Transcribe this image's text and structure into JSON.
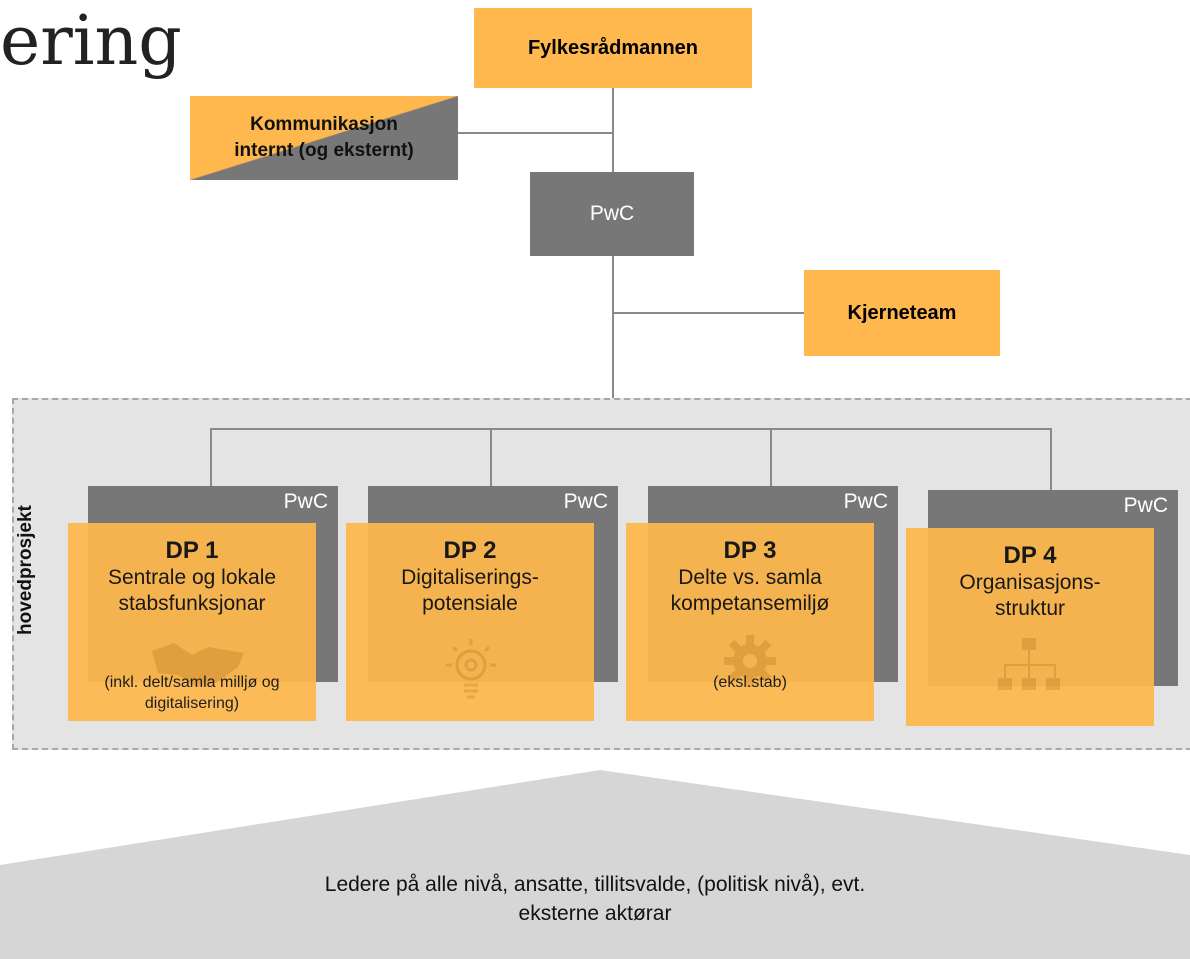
{
  "title_fragment": "ering",
  "top": {
    "label": "Fylkesrådmannen"
  },
  "communication": {
    "line1": "Kommunikasjon",
    "line2_a": "internt (og eks",
    "line2_b": "ternt)"
  },
  "pwc_center": {
    "label": "PwC"
  },
  "core_team": {
    "label": "Kjerneteam"
  },
  "project_label": "hovedprosjekt",
  "subprojects": [
    {
      "pwc": "PwC",
      "number": "DP 1",
      "desc1": "Sentrale og lokale",
      "desc2": "stabsfunksjonar",
      "note1": "(inkl. delt/samla milljø og",
      "note2": "digitalisering)",
      "icon": "handshake-icon"
    },
    {
      "pwc": "PwC",
      "number": "DP 2",
      "desc1": "Digitaliserings-",
      "desc2": "potensiale",
      "icon": "lightbulb-icon"
    },
    {
      "pwc": "PwC",
      "number": "DP 3",
      "desc1": "Delte vs. samla",
      "desc2": "kompetansemiljø",
      "note1": "(eksl.stab)",
      "icon": "gear-icon"
    },
    {
      "pwc": "PwC",
      "number": "DP 4",
      "desc1": "Organisasjons-",
      "desc2": "struktur",
      "icon": "org-chart-icon"
    }
  ],
  "stakeholders": {
    "line1": "Ledere på alle nivå, ansatte, tillitsvalde, (politisk nivå), evt.",
    "line2": "eksterne aktørar"
  },
  "colors": {
    "orange": "#ffb84d",
    "grey": "#777777",
    "frame": "#e4e4e4"
  }
}
